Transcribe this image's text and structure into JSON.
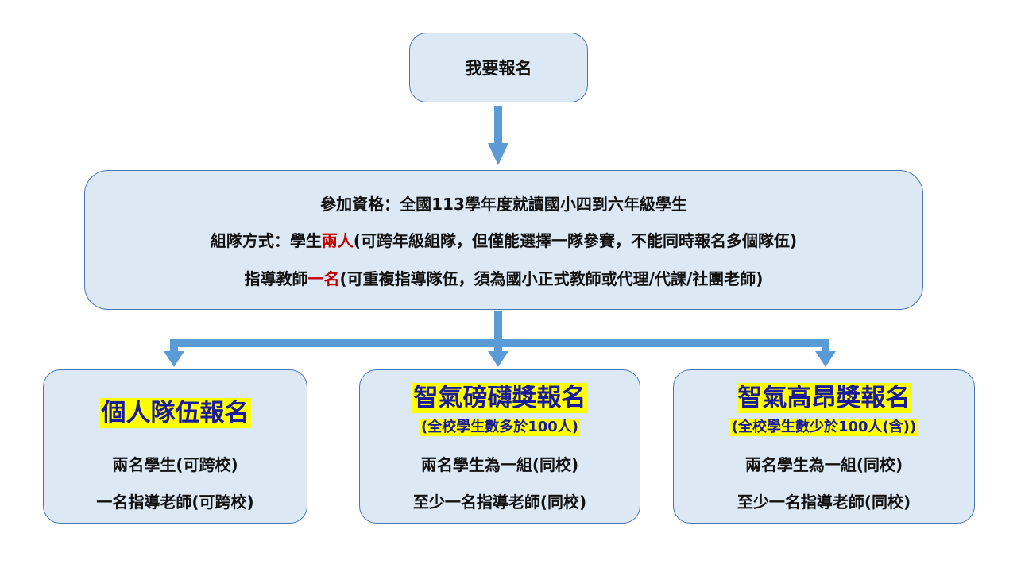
{
  "top_box": {
    "label": "我要報名"
  },
  "middle_box": {
    "line1": "參加資格：全國113學年度就讀國小四到六年級學生",
    "line2_prefix": "組隊方式：學生",
    "line2_highlight": "兩人",
    "line2_suffix": "(可跨年級組隊，但僅能選擇一隊參賽，不能同時報名多個隊伍)",
    "line3_prefix": "指導教師",
    "line3_highlight": "一名",
    "line3_suffix": "(可重複指導隊伍，須為國小正式教師或代理/代課/社團老師)"
  },
  "boxes": [
    {
      "title": "個人隊伍報名",
      "line1": "兩名學生(可跨校)",
      "line2": "一名指導老師(可跨校)"
    },
    {
      "title": "智氣磅礴獎報名",
      "note": "(全校學生數多於100人)",
      "line1": "兩名學生為一組(同校)",
      "line2": "至少一名指導老師(同校)"
    },
    {
      "title": "智氣高昂獎報名",
      "note": "(全校學生數少於100人(含))",
      "line1": "兩名學生為一組(同校)",
      "line2": "至少一名指導老師(同校)"
    }
  ],
  "colors": {
    "box_fill": "#dde8f5",
    "box_border": "#4a76b6",
    "arrow": "#5b9bd5",
    "highlight_text": "#c00000",
    "title_bg": "#ffff00",
    "title_text": "#1a1a9c"
  }
}
